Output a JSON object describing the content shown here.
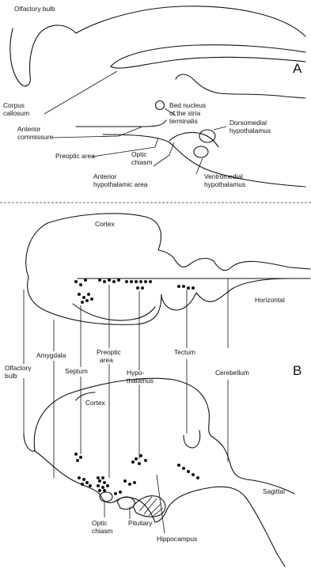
{
  "panel_a": {
    "letter": "A",
    "labels": {
      "olfactory_bulb": "Olfactory bulb",
      "corpus_callosum": [
        "Corpus",
        "callosum"
      ],
      "anterior_commissure": [
        "Anterior",
        "commissure"
      ],
      "bed_nucleus": [
        "Bed nucleus",
        "of the stria",
        "terminalis"
      ],
      "dorsomedial": [
        "Dorsomedial",
        "hypothalamus"
      ],
      "preoptic_area": "Preoptic area",
      "optic_chiasm": [
        "Optic",
        "chiasm"
      ],
      "anterior_hypothalamic": [
        "Anterior",
        "hypothalamic area"
      ],
      "ventromedial": [
        "Ventromedial",
        "hypothalamus"
      ]
    }
  },
  "panel_b": {
    "letter": "B",
    "labels": {
      "cortex_top": "Cortex",
      "horizontal": "Horizontal",
      "amygdala": "Amygdala",
      "preoptic": [
        "Preoptic",
        "area"
      ],
      "olfactory_bulb": [
        "Olfactory",
        "bulb"
      ],
      "septum": "Septum",
      "hypothalamus": [
        "Hypo-",
        "thalamus"
      ],
      "tectum": "Tectum",
      "cerebellum": "Cerebellum",
      "cortex_mid": "Cortex",
      "sagittal": "Sagittal",
      "optic_chiasm": [
        "Optic",
        "chiasm"
      ],
      "pituitary": "Pituitary",
      "hippocampus": "Hippocampus"
    }
  }
}
